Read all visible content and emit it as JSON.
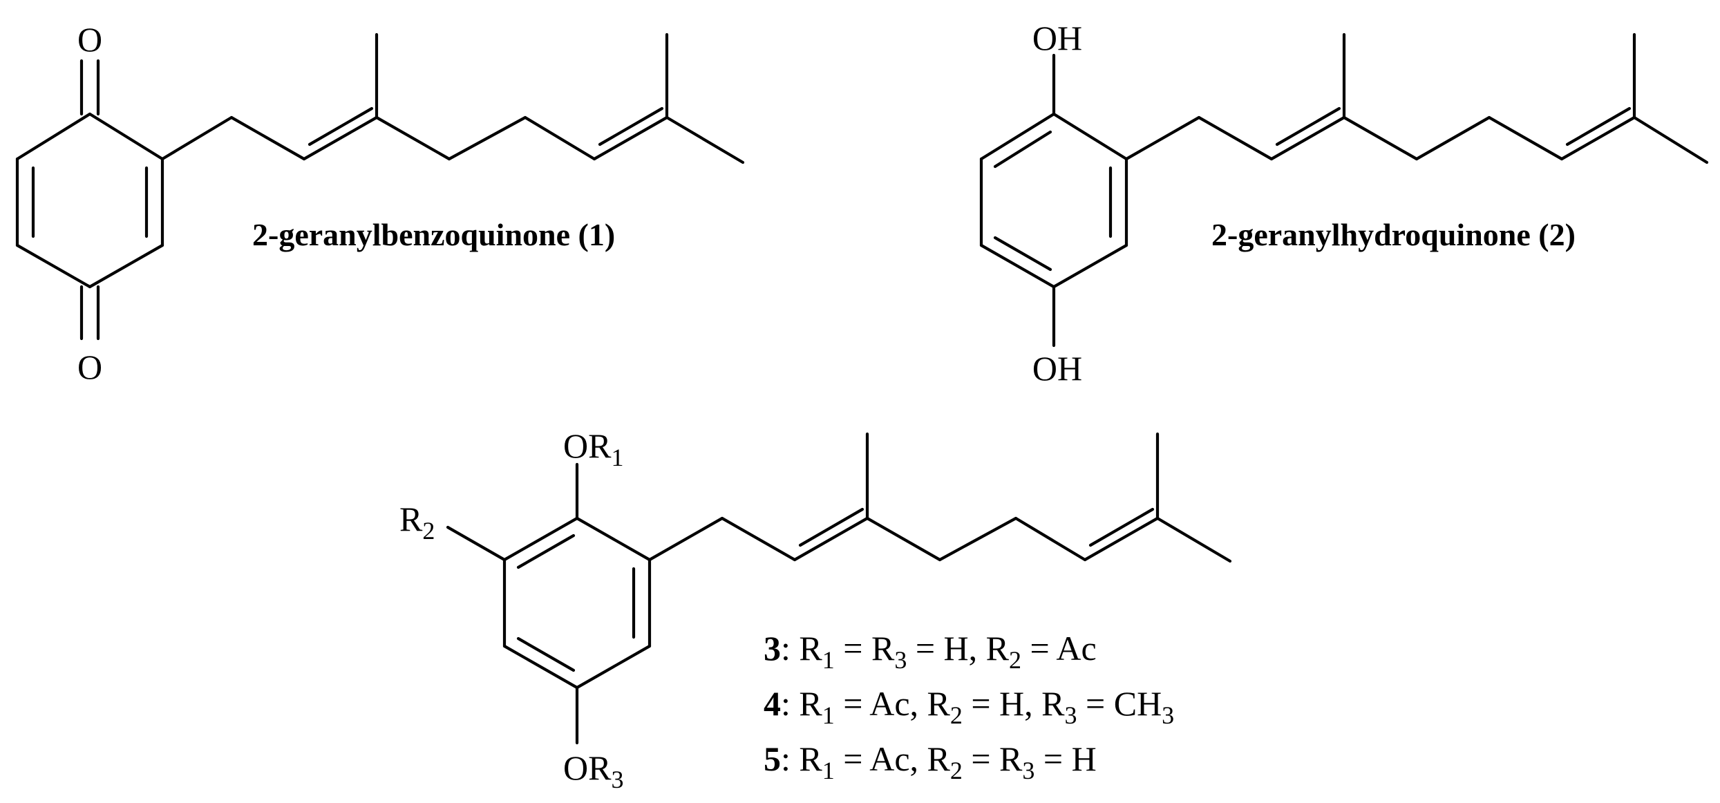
{
  "atoms": {
    "O": "O",
    "OH": "OH",
    "OR": "OR",
    "R": "R",
    "one": "1",
    "two": "2",
    "three": "3"
  },
  "compound_names": {
    "c1": "2-geranylbenzoquinone (1)",
    "c2": "2-geranylhydroquinone (2)"
  },
  "legend": [
    {
      "num": "3",
      "sep": ": ",
      "parts": [
        {
          "t": "R"
        },
        {
          "t": "1",
          "sub": true
        },
        {
          "t": " = R"
        },
        {
          "t": "3",
          "sub": true
        },
        {
          "t": " = H, R"
        },
        {
          "t": "2",
          "sub": true
        },
        {
          "t": " = Ac"
        }
      ]
    },
    {
      "num": "4",
      "sep": ": ",
      "parts": [
        {
          "t": "R"
        },
        {
          "t": "1",
          "sub": true
        },
        {
          "t": " = Ac, R"
        },
        {
          "t": "2",
          "sub": true
        },
        {
          "t": " = H, R"
        },
        {
          "t": "3",
          "sub": true
        },
        {
          "t": " = CH"
        },
        {
          "t": "3",
          "sub": true
        }
      ]
    },
    {
      "num": "5",
      "sep": ": ",
      "parts": [
        {
          "t": "R"
        },
        {
          "t": "1",
          "sub": true
        },
        {
          "t": " = Ac, R"
        },
        {
          "t": "2",
          "sub": true
        },
        {
          "t": " = R"
        },
        {
          "t": "3",
          "sub": true
        },
        {
          "t": " = H"
        }
      ]
    }
  ]
}
